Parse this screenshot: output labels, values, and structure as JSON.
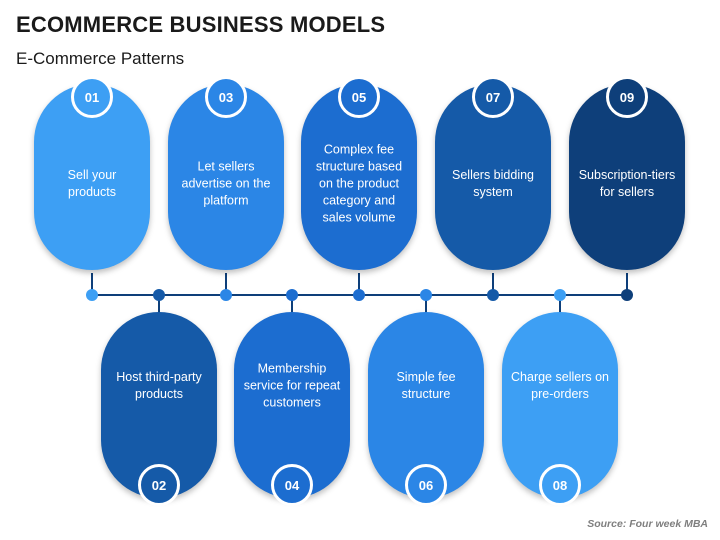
{
  "header": {
    "title": "ECOMMERCE BUSINESS MODELS",
    "subtitle": "E-Commerce Patterns"
  },
  "colors": {
    "c1": "#3d9ff4",
    "c2": "#2b86e6",
    "c3": "#1c6dd0",
    "c4": "#155aa8",
    "c5": "#0e3f7a",
    "timeline": "#0e3f7a"
  },
  "cards": [
    {
      "number": "01",
      "text": "Sell your products"
    },
    {
      "number": "02",
      "text": "Host third-party products"
    },
    {
      "number": "03",
      "text": "Let sellers advertise on the platform"
    },
    {
      "number": "04",
      "text": "Membership service for repeat customers"
    },
    {
      "number": "05",
      "text": "Complex fee structure based on the product category and sales volume"
    },
    {
      "number": "06",
      "text": "Simple fee structure"
    },
    {
      "number": "07",
      "text": "Sellers bidding system"
    },
    {
      "number": "08",
      "text": "Charge sellers on pre-orders"
    },
    {
      "number": "09",
      "text": "Subscription-tiers for sellers"
    }
  ],
  "footer": {
    "source": "Source: Four week MBA"
  }
}
